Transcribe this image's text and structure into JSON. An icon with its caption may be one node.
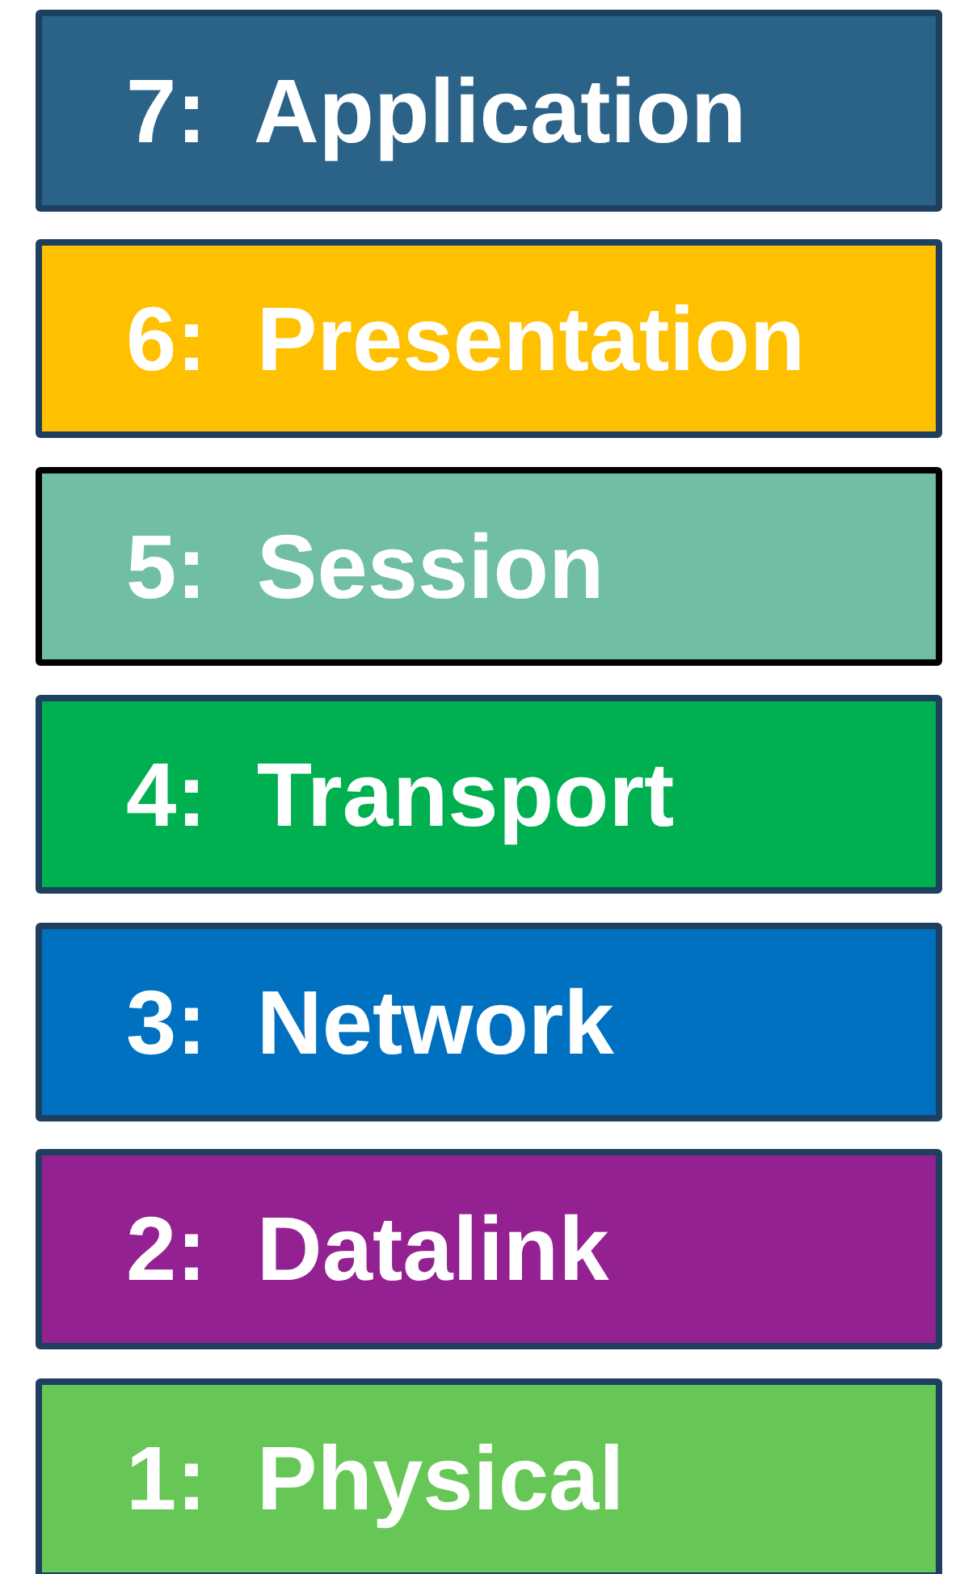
{
  "diagram": {
    "nodes": [
      {
        "text": [
          "7:  Application"
        ]
      },
      {
        "text": [
          "6:  Presentation"
        ]
      },
      {
        "text": [
          "5:  Session"
        ]
      },
      {
        "text": [
          "4:  Transport"
        ]
      },
      {
        "text": [
          "3:  Network"
        ]
      },
      {
        "text": [
          "2:  Datalink"
        ]
      },
      {
        "text": [
          "1:  Physical"
        ]
      }
    ]
  }
}
